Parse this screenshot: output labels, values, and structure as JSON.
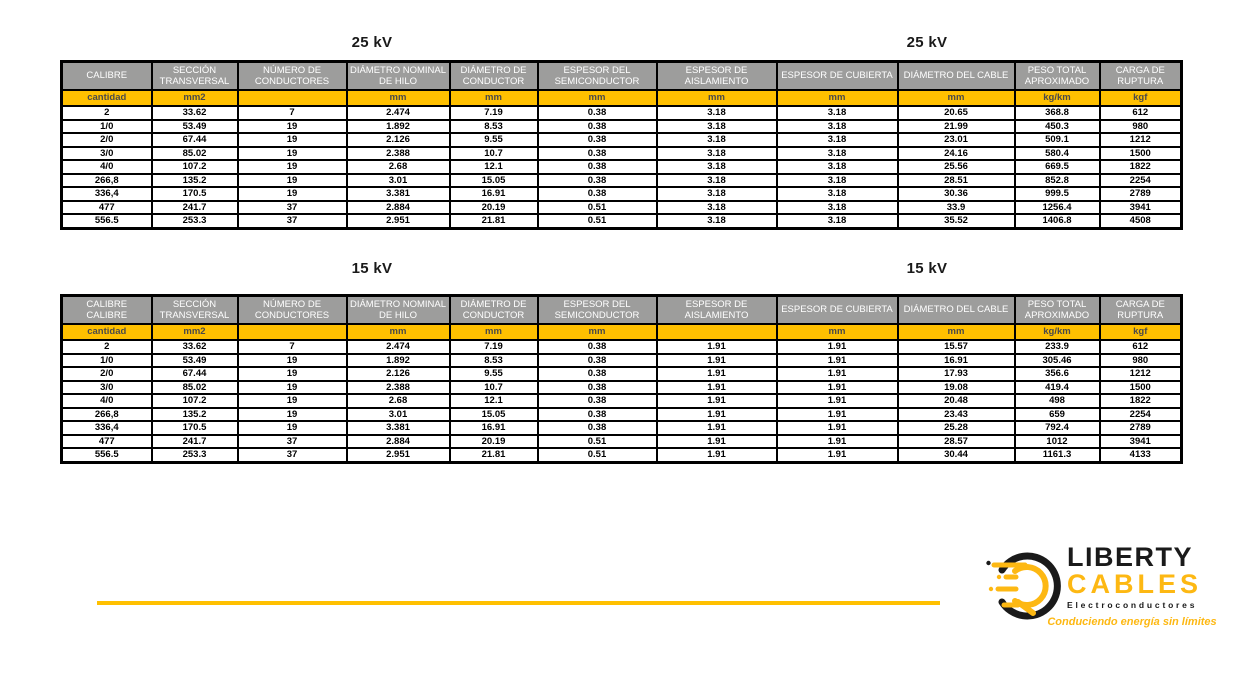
{
  "page": {
    "accent_yellow": "#FFC000",
    "header_gray": "#9D9D9C",
    "logo_yellow": "#FDB813",
    "logo_black": "#1A1A1A"
  },
  "tables": [
    {
      "title_left": "25 kV",
      "title_right": "25 kV",
      "headers": [
        "CALIBRE",
        "SECCIÓN TRANSVERSAL",
        "NÚMERO DE CONDUCTORES",
        "DIÁMETRO NOMINAL DE HILO",
        "DIÁMETRO DE CONDUCTOR",
        "ESPESOR DEL SEMICONDUCTOR",
        "ESPESOR DE AISLAMIENTO",
        "ESPESOR DE CUBIERTA",
        "DIÁMETRO DEL CABLE",
        "PESO TOTAL APROXIMADO",
        "CARGA DE RUPTURA"
      ],
      "units": [
        "cantidad",
        "mm2",
        "",
        "mm",
        "mm",
        "mm",
        "mm",
        "mm",
        "mm",
        "kg/km",
        "kgf"
      ],
      "rows": [
        [
          "2",
          "33.62",
          "7",
          "2.474",
          "7.19",
          "0.38",
          "3.18",
          "3.18",
          "20.65",
          "368.8",
          "612"
        ],
        [
          "1/0",
          "53.49",
          "19",
          "1.892",
          "8.53",
          "0.38",
          "3.18",
          "3.18",
          "21.99",
          "450.3",
          "980"
        ],
        [
          "2/0",
          "67.44",
          "19",
          "2.126",
          "9.55",
          "0.38",
          "3.18",
          "3.18",
          "23.01",
          "509.1",
          "1212"
        ],
        [
          "3/0",
          "85.02",
          "19",
          "2.388",
          "10.7",
          "0.38",
          "3.18",
          "3.18",
          "24.16",
          "580.4",
          "1500"
        ],
        [
          "4/0",
          "107.2",
          "19",
          "2.68",
          "12.1",
          "0.38",
          "3.18",
          "3.18",
          "25.56",
          "669.5",
          "1822"
        ],
        [
          "266,8",
          "135.2",
          "19",
          "3.01",
          "15.05",
          "0.38",
          "3.18",
          "3.18",
          "28.51",
          "852.8",
          "2254"
        ],
        [
          "336,4",
          "170.5",
          "19",
          "3.381",
          "16.91",
          "0.38",
          "3.18",
          "3.18",
          "30.36",
          "999.5",
          "2789"
        ],
        [
          "477",
          "241.7",
          "37",
          "2.884",
          "20.19",
          "0.51",
          "3.18",
          "3.18",
          "33.9",
          "1256.4",
          "3941"
        ],
        [
          "556.5",
          "253.3",
          "37",
          "2.951",
          "21.81",
          "0.51",
          "3.18",
          "3.18",
          "35.52",
          "1406.8",
          "4508"
        ]
      ]
    },
    {
      "title_left": "15 kV",
      "title_right": "15 kV",
      "headers": [
        "CALIBRE\nCALIBRE",
        "SECCIÓN TRANSVERSAL",
        "NÚMERO DE CONDUCTORES",
        "DIÁMETRO NOMINAL DE HILO",
        "DIÁMETRO DE CONDUCTOR",
        "ESPESOR DEL SEMICONDUCTOR",
        "ESPESOR DE AISLAMIENTO",
        "ESPESOR DE CUBIERTA",
        "DIÁMETRO DEL CABLE",
        "PESO TOTAL APROXIMADO",
        "CARGA DE RUPTURA"
      ],
      "units": [
        "cantidad",
        "mm2",
        "",
        "mm",
        "mm",
        "mm",
        "",
        "mm",
        "mm",
        "kg/km",
        "kgf"
      ],
      "rows": [
        [
          "2",
          "33.62",
          "7",
          "2.474",
          "7.19",
          "0.38",
          "1.91",
          "1.91",
          "15.57",
          "233.9",
          "612"
        ],
        [
          "1/0",
          "53.49",
          "19",
          "1.892",
          "8.53",
          "0.38",
          "1.91",
          "1.91",
          "16.91",
          "305.46",
          "980"
        ],
        [
          "2/0",
          "67.44",
          "19",
          "2.126",
          "9.55",
          "0.38",
          "1.91",
          "1.91",
          "17.93",
          "356.6",
          "1212"
        ],
        [
          "3/0",
          "85.02",
          "19",
          "2.388",
          "10.7",
          "0.38",
          "1.91",
          "1.91",
          "19.08",
          "419.4",
          "1500"
        ],
        [
          "4/0",
          "107.2",
          "19",
          "2.68",
          "12.1",
          "0.38",
          "1.91",
          "1.91",
          "20.48",
          "498",
          "1822"
        ],
        [
          "266,8",
          "135.2",
          "19",
          "3.01",
          "15.05",
          "0.38",
          "1.91",
          "1.91",
          "23.43",
          "659",
          "2254"
        ],
        [
          "336,4",
          "170.5",
          "19",
          "3.381",
          "16.91",
          "0.38",
          "1.91",
          "1.91",
          "25.28",
          "792.4",
          "2789"
        ],
        [
          "477",
          "241.7",
          "37",
          "2.884",
          "20.19",
          "0.51",
          "1.91",
          "1.91",
          "28.57",
          "1012",
          "3941"
        ],
        [
          "556.5",
          "253.3",
          "37",
          "2.951",
          "21.81",
          "0.51",
          "1.91",
          "1.91",
          "30.44",
          "1161.3",
          "4133"
        ]
      ]
    }
  ],
  "logo": {
    "brand_top": "LIBERTY",
    "brand_bottom": "CABLES",
    "subtitle": "Electroconductores",
    "tagline": "Conduciendo energía sin límites"
  }
}
